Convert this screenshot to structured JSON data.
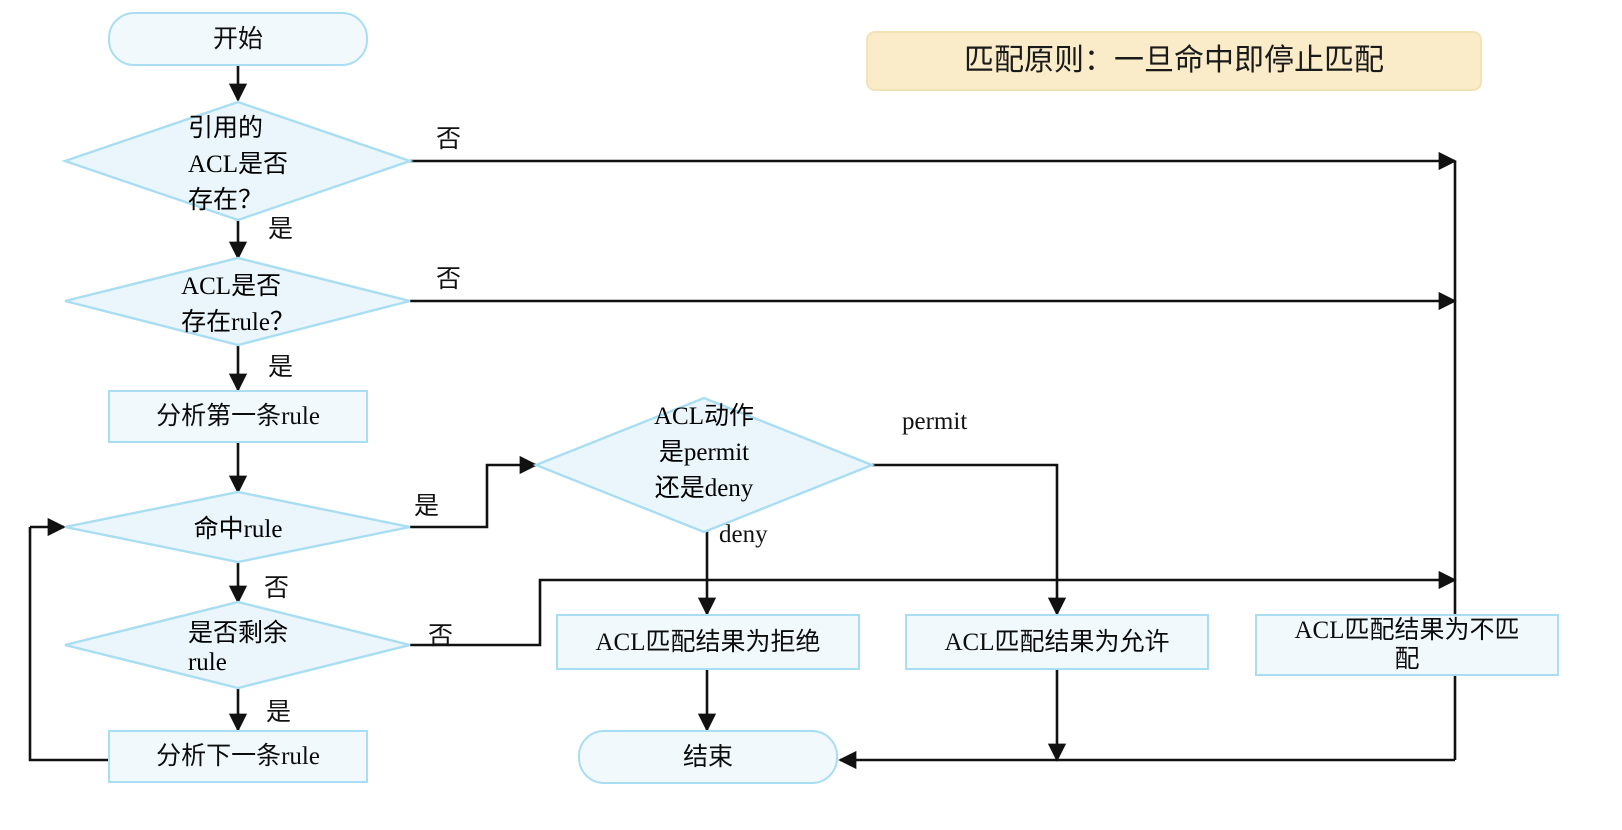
{
  "diagram": {
    "title_note": "匹配原则：一旦命中即停止匹配",
    "theme": {
      "node_fill": "#f1f9fd",
      "node_border": "#a9ddf2",
      "diamond_fill": "#eaf6fb",
      "note_fill": "#faecc8",
      "note_border": "#f2e2b6",
      "edge_color": "#111111",
      "text_color": "#0d0d0d"
    },
    "nodes": {
      "start": "开始",
      "d_acl_exists": "引用的\nACL是否\n存在？",
      "d_rule_exists": "ACL是否\n存在rule？",
      "p_first_rule": "分析第一条rule",
      "d_hit_rule": "命中rule",
      "d_remain_rule": "是否剩余\nrule",
      "p_next_rule": "分析下一条rule",
      "d_action": "ACL动作\n是permit\n还是deny",
      "r_deny": "ACL匹配结果为拒绝",
      "r_permit": "ACL匹配结果为允许",
      "r_nomatch": "ACL匹配结果为不匹\n配",
      "end": "结束"
    },
    "node_lines": {
      "d_acl_exists": [
        "引用的",
        "ACL是否",
        "存在？"
      ],
      "d_rule_exists": [
        "ACL是否",
        "存在rule？"
      ],
      "d_remain_rule": [
        "是否剩余",
        "rule"
      ],
      "d_action": [
        "ACL动作",
        "是permit",
        "还是deny"
      ],
      "r_nomatch": [
        "ACL匹配结果为不匹",
        "配"
      ]
    },
    "edge_labels": {
      "acl_exists_no": "否",
      "acl_exists_yes": "是",
      "rule_exists_no": "否",
      "rule_exists_yes": "是",
      "hit_rule_yes": "是",
      "hit_rule_no": "否",
      "remain_rule_no": "否",
      "remain_rule_yes": "是",
      "action_permit": "permit",
      "action_deny": "deny"
    }
  }
}
